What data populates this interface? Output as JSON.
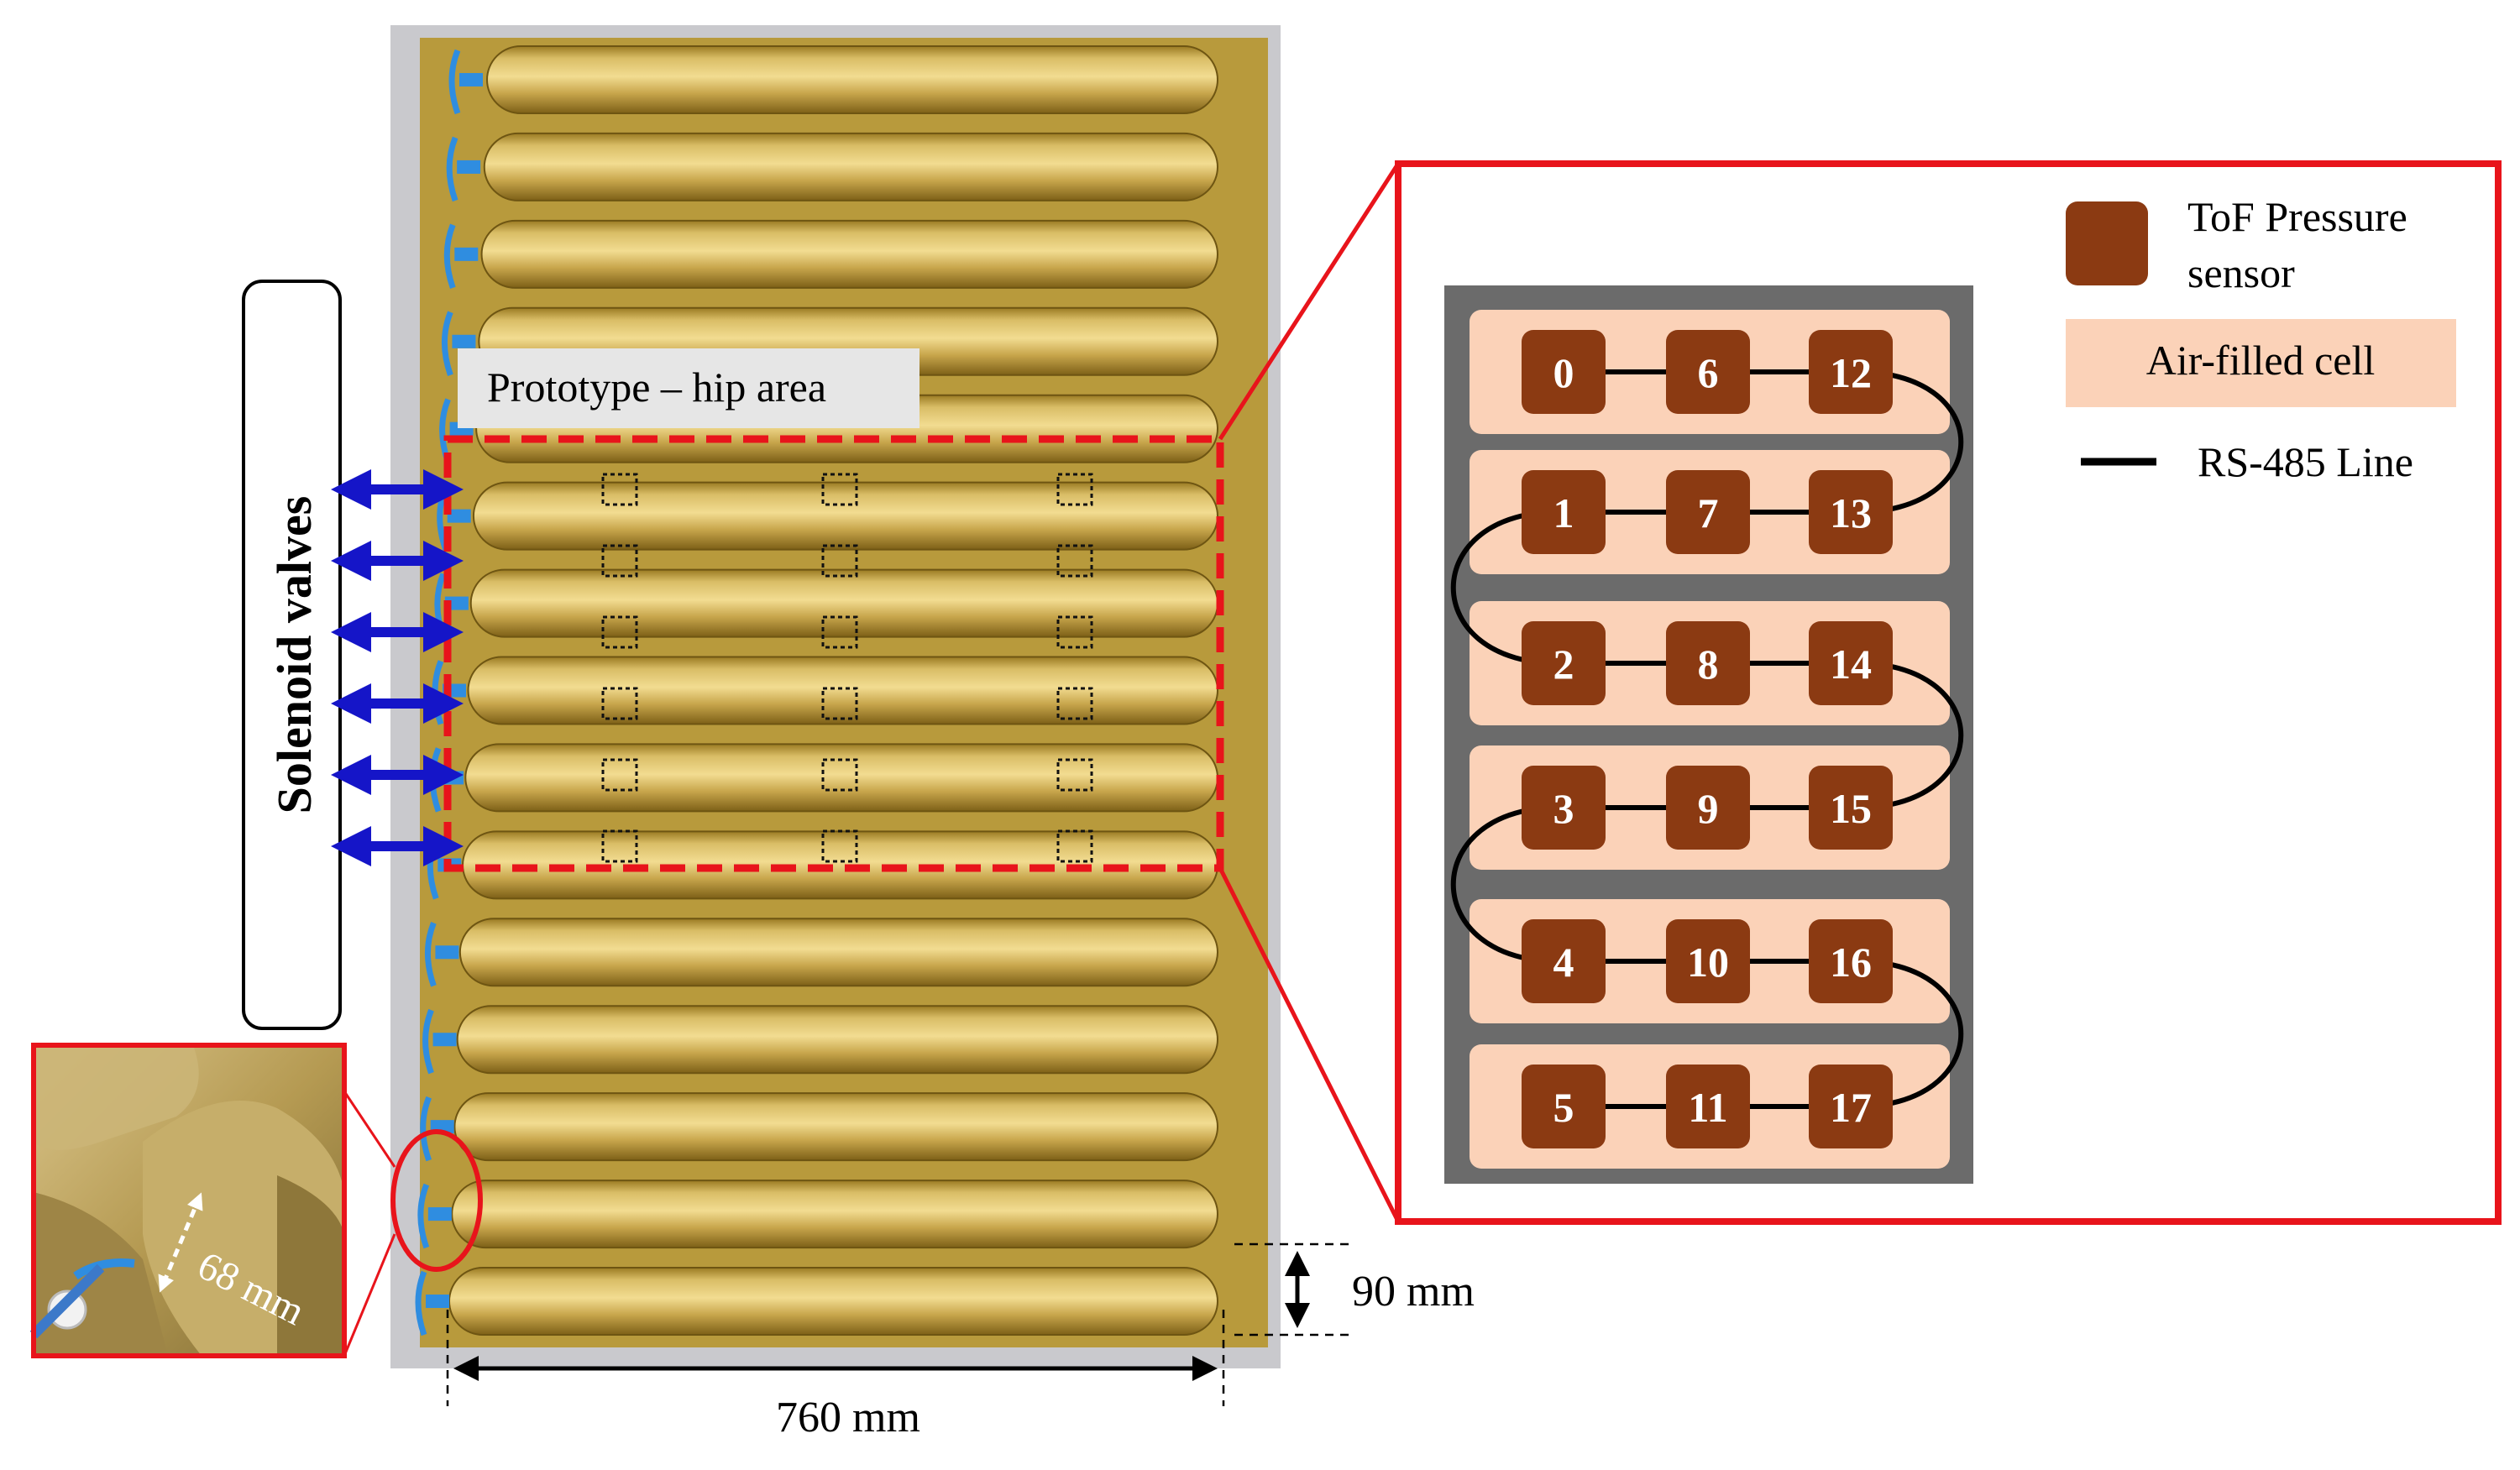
{
  "photo": {
    "region_label": "Prototype – hip area",
    "valves_label": "Solenoid valves",
    "inset_dimension": "68 mm",
    "cell_height_dimension": "90 mm",
    "mattress_width_dimension": "760 mm",
    "cell_count": 15,
    "hip_rows": 6,
    "valve_arrows": 6,
    "colors": {
      "cell_gold": "#c9a845",
      "frame_red": "#e8141b",
      "arrow_blue": "#1515c8",
      "tube_blue": "#2f8de0"
    }
  },
  "schematic": {
    "sensor_rows": [
      [
        "0",
        "6",
        "12"
      ],
      [
        "1",
        "7",
        "13"
      ],
      [
        "2",
        "8",
        "14"
      ],
      [
        "3",
        "9",
        "15"
      ],
      [
        "4",
        "10",
        "16"
      ],
      [
        "5",
        "11",
        "17"
      ]
    ],
    "legend": {
      "sensor_label_line1": "ToF Pressure",
      "sensor_label_line2": "sensor",
      "cell_label": "Air-filled  cell",
      "line_label": "RS-485 Line"
    },
    "colors": {
      "sensor": "#8b3a12",
      "cell": "#fbd2b8",
      "frame": "#6b6b6b",
      "line": "#000000"
    }
  }
}
